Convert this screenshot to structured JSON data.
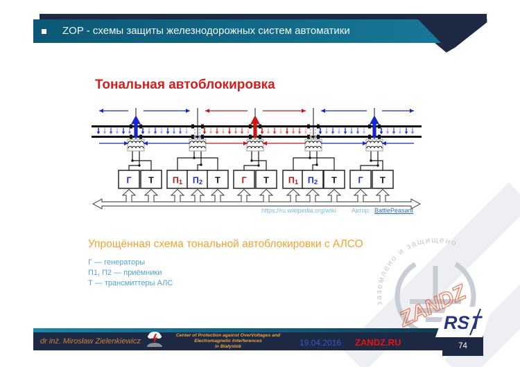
{
  "header": {
    "title": "ZOP - схемы защиты железнодорожных систем автоматики"
  },
  "slide": {
    "title": "Тональная автоблокировка",
    "caption": "Упрощённая схема тональной автоблокировки с АЛСО",
    "legend": [
      "Г — генераторы",
      "П1, П2 — приёмники",
      "Т — трансмиттеры АЛС"
    ],
    "source_url": "https://ru.wikipedia.org/wiki",
    "author_label": "Автор:",
    "author_link": "BattlePeasant"
  },
  "diagram": {
    "palette": {
      "blue": "#1426CE",
      "red": "#CE1414",
      "light_blue": "#9AA8E0",
      "light_red": "#E0A0A0",
      "wire": "#141414"
    },
    "top_arrows": [
      {
        "color": "blue",
        "dir": "left"
      },
      {
        "color": "blue",
        "dir": "right"
      },
      {
        "color": "red",
        "dir": "left"
      },
      {
        "color": "red",
        "dir": "right"
      },
      {
        "color": "blue",
        "dir": "left"
      },
      {
        "color": "blue",
        "dir": "right"
      }
    ],
    "bottom_arrows": [
      {
        "color": "blue",
        "dir": "right"
      },
      {
        "color": "blue",
        "dir": "left"
      },
      {
        "color": "red",
        "dir": "right"
      },
      {
        "color": "red",
        "dir": "left"
      },
      {
        "color": "blue",
        "dir": "right"
      },
      {
        "color": "blue",
        "dir": "left"
      }
    ],
    "field_colors": [
      "blue",
      "blue",
      "red",
      "red",
      "blue",
      "blue"
    ],
    "injection_arrows": [
      {
        "post": 0,
        "style": "strong",
        "color": "blue"
      },
      {
        "post": 1,
        "style": "faint",
        "colors": [
          "light_blue",
          "light_blue"
        ]
      },
      {
        "post": 2,
        "style": "strong",
        "color": "red"
      },
      {
        "post": 3,
        "style": "faint",
        "colors": [
          "light_red",
          "light_blue"
        ]
      },
      {
        "post": 4,
        "style": "strong",
        "color": "blue"
      }
    ],
    "boxes": [
      {
        "label": "Г",
        "color": "#1B2ECC"
      },
      {
        "label": "Т",
        "color": "#111111"
      },
      {
        "label": "П1",
        "color": "#C21616"
      },
      {
        "label": "П2",
        "color": "#1B2ECC"
      },
      {
        "label": "Т",
        "color": "#111111"
      },
      {
        "label": "Г",
        "color": "#C21616"
      },
      {
        "label": "Т",
        "color": "#111111"
      },
      {
        "label": "П1",
        "color": "#C21616"
      },
      {
        "label": "П2",
        "color": "#1B2ECC"
      },
      {
        "label": "Т",
        "color": "#111111"
      },
      {
        "label": "Г",
        "color": "#1B2ECC"
      },
      {
        "label": "Т",
        "color": "#111111"
      }
    ]
  },
  "watermark": {
    "arc_text": "заземлено  и  защищено",
    "zandz": "ZANDZ",
    "rst": "RST"
  },
  "footer": {
    "author": "dr inż. Mirosław Zielenkiewicz",
    "center_lines": [
      "Center of Protection against OverVoltages and",
      "Electromagnetic Interferences",
      "in Białystok"
    ],
    "date": "19.04.2016",
    "site": "ZANDZ.RU",
    "page": "74"
  }
}
